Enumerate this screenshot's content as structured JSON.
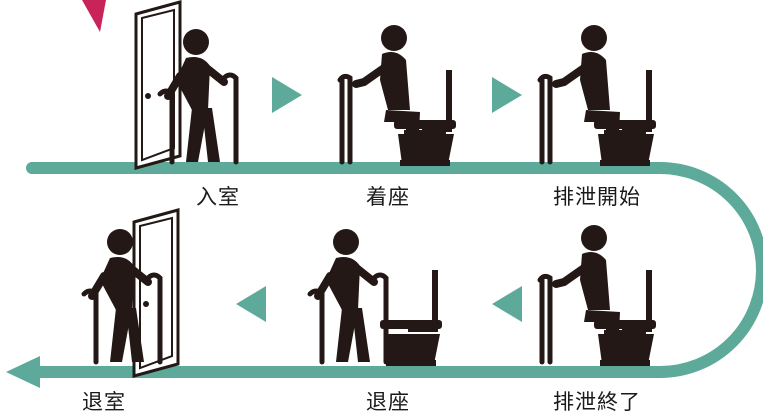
{
  "colors": {
    "track": "#5daa9a",
    "arrow": "#5daa9a",
    "figure": "#231815",
    "accent": "#c8245a"
  },
  "steps": [
    {
      "label": "入室",
      "icon": "person-with-cane-entering-door-icon"
    },
    {
      "label": "着座",
      "icon": "person-sitting-on-toilet-icon"
    },
    {
      "label": "排泄開始",
      "icon": "person-sitting-on-toilet-icon"
    },
    {
      "label": "排泄終了",
      "icon": "person-sitting-on-toilet-icon"
    },
    {
      "label": "退座",
      "icon": "person-standing-up-from-toilet-icon"
    },
    {
      "label": "退室",
      "icon": "person-with-cane-exiting-door-icon"
    }
  ]
}
